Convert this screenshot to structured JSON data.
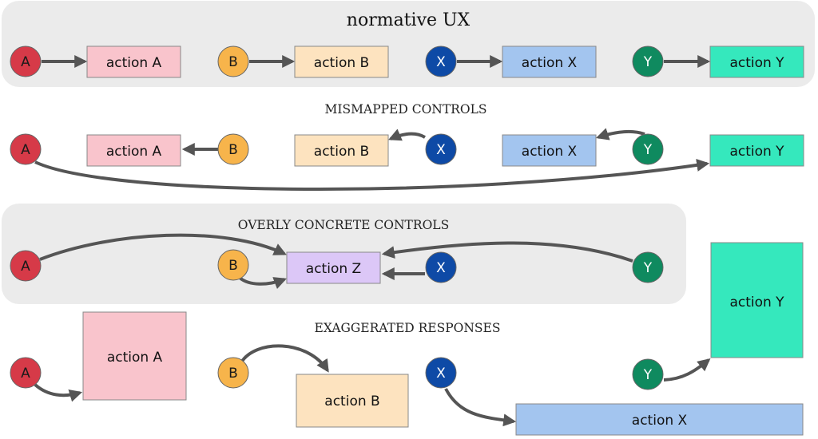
{
  "colors": {
    "button_a": "#d63a48",
    "button_b": "#f7b44b",
    "button_x": "#0e4aa6",
    "button_y": "#0f8a5f",
    "action_a": "#f9c4cc",
    "action_b": "#fde3bf",
    "action_x": "#a3c5ef",
    "action_y": "#35e8bd",
    "action_z": "#dcc7f7",
    "panel_bg": "#ebebeb",
    "arrow": "#555555"
  },
  "buttons": {
    "a": "A",
    "b": "B",
    "x": "X",
    "y": "Y"
  },
  "sections": [
    {
      "title": "normative UX",
      "actions": {
        "a": "action A",
        "b": "action B",
        "x": "action X",
        "y": "action Y"
      }
    },
    {
      "title": "MISMAPPED CONTROLS",
      "actions": {
        "a": "action A",
        "b": "action B",
        "x": "action X",
        "y": "action Y"
      }
    },
    {
      "title": "OVERLY CONCRETE CONTROLS",
      "actions": {
        "z": "action Z"
      }
    },
    {
      "title": "EXAGGERATED RESPONSES",
      "actions": {
        "a": "action A",
        "b": "action B",
        "x": "action X",
        "y": "action Y"
      }
    }
  ]
}
